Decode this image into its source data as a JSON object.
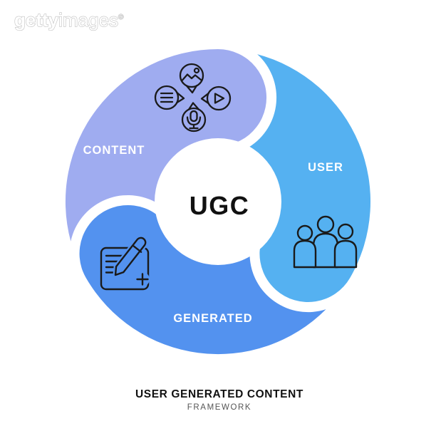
{
  "watermark": {
    "brand_bold": "getty",
    "brand_light": "images",
    "registered": "®"
  },
  "diagram": {
    "center_label": "UGC",
    "segments": [
      {
        "id": "content",
        "label": "CONTENT",
        "color": "#9FACF0",
        "icon": "media-bubbles-icon"
      },
      {
        "id": "user",
        "label": "USER",
        "color": "#55B1F1",
        "icon": "users-group-icon"
      },
      {
        "id": "generated",
        "label": "GENERATED",
        "color": "#5392EF",
        "icon": "create-content-icon"
      }
    ]
  },
  "caption": {
    "title": "USER GENERATED CONTENT",
    "subtitle": "FRAMEWORK"
  },
  "colors": {
    "background": "#FFFFFF",
    "icon_stroke": "#1A1A1A",
    "label_text": "#FFFFFF",
    "center_text": "#111111",
    "caption_title": "#111111",
    "caption_subtitle": "#555555",
    "watermark_fill": "#FFFFFF",
    "watermark_outline": "#C0C0C0"
  }
}
